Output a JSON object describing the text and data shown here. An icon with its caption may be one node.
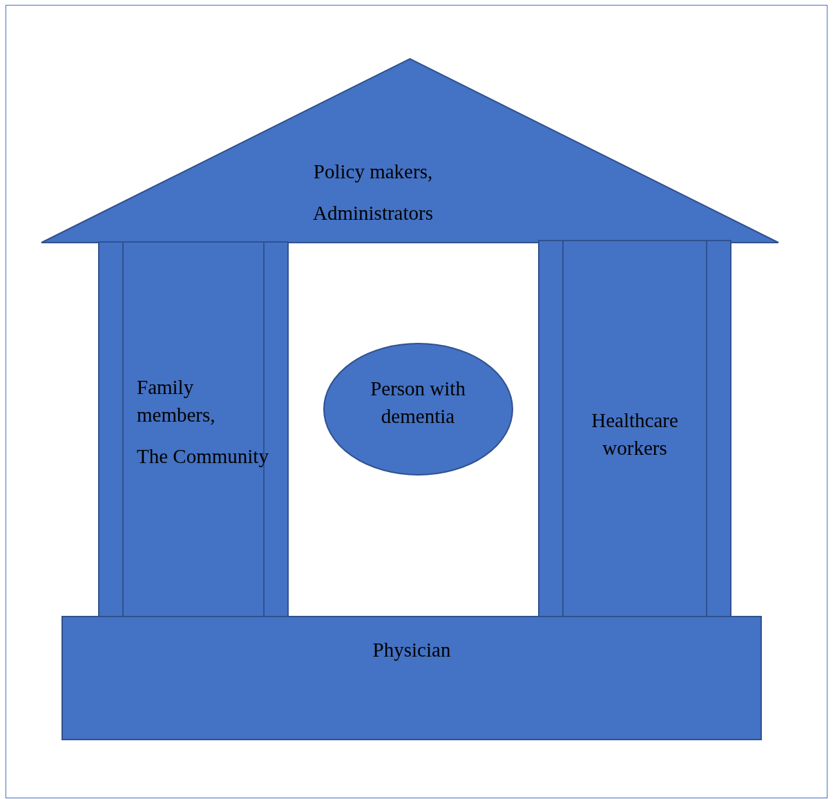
{
  "diagram": {
    "nodes": [
      {
        "text": [
          "Policy makers,",
          "Administrators"
        ]
      },
      {
        "text": [
          "Family members,",
          "The Community"
        ]
      },
      {
        "text": [
          "Person with dementia"
        ]
      },
      {
        "text": [
          "Healthcare workers"
        ]
      },
      {
        "text": [
          "Physician"
        ]
      }
    ]
  }
}
